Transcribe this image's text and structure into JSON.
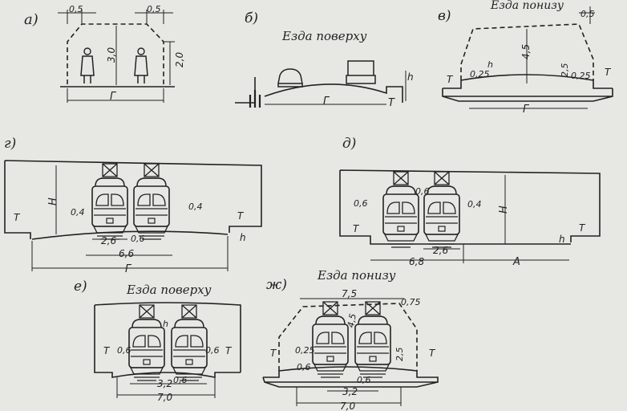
{
  "panels": {
    "a": {
      "letter": "а)",
      "dims": {
        "top_left": "0,5",
        "top_right": "0,5",
        "height": "3,0",
        "side": "2,0",
        "width": "Г"
      }
    },
    "b": {
      "letter": "б)",
      "title": "Езда поверху",
      "dims": {
        "width": "Г",
        "t": "Т",
        "h": "h"
      }
    },
    "v": {
      "letter": "в)",
      "title": "Езда понизу",
      "dims": {
        "top_right": "0,5",
        "height": "4,5",
        "side": "2,5",
        "slope_left": "0,25",
        "slope_right": "0,25",
        "h": "h",
        "t_left": "Т",
        "t_right": "Т",
        "width": "Г"
      }
    },
    "g": {
      "letter": "г)",
      "dims": {
        "height": "Н",
        "t_left": "Т",
        "t_right": "Т",
        "h": "h",
        "gap_left": "0,4",
        "gap_right": "0,4",
        "tram": "2,6",
        "between": "0,6",
        "pair": "6,6",
        "width": "Г"
      }
    },
    "d": {
      "letter": "д)",
      "dims": {
        "gap_left": "0,6",
        "between": "0,6",
        "gap_right": "0,4",
        "height": "Н",
        "t_left": "Т",
        "t_right": "Т",
        "h": "h",
        "tram": "2,6",
        "pair": "6,8",
        "width": "А"
      }
    },
    "e": {
      "letter": "е)",
      "title": "Езда поверху",
      "dims": {
        "t_left": "Т",
        "t_right": "Т",
        "gap_left": "0,6",
        "gap_right": "0,6",
        "h": "h",
        "between": "0,6",
        "inner": "3,2",
        "pair": "7,0"
      }
    },
    "zh": {
      "letter": "ж)",
      "title": "Езда понизу",
      "dims": {
        "top": "7,5",
        "top_right": "0,75",
        "height": "4,5",
        "side": "2,5",
        "slope_left": "0,25",
        "gap_left": "0,6",
        "between": "0,6",
        "t_left": "Т",
        "t_right": "Т",
        "inner": "3,2",
        "pair": "7,0"
      }
    }
  }
}
